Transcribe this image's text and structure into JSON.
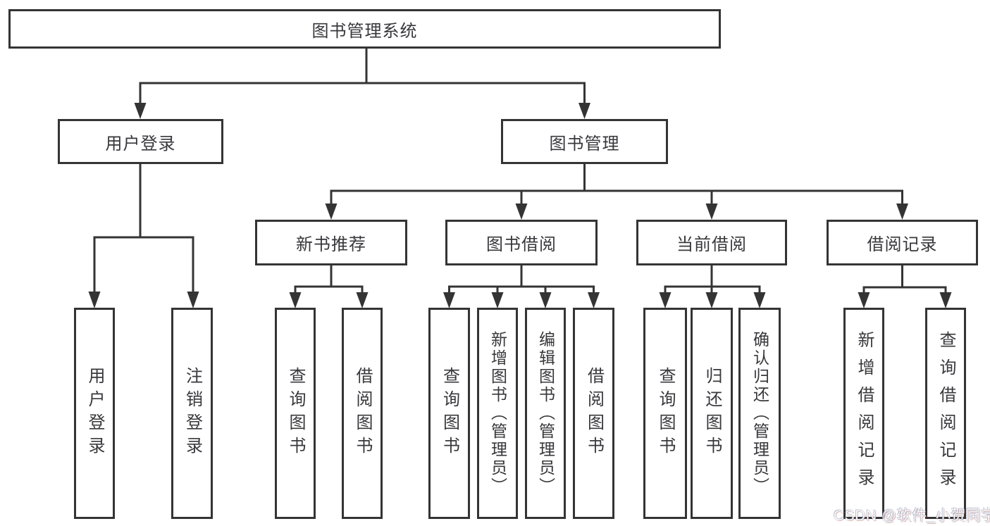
{
  "nodes": {
    "root": "图书管理系统",
    "level1": [
      "用户登录",
      "图书管理"
    ],
    "level2": [
      "新书推荐",
      "图书借阅",
      "当前借阅",
      "借阅记录"
    ],
    "leaves": {
      "user_login": [
        "用户登录",
        "注销登录"
      ],
      "new_book": [
        "查询图书",
        "借阅图书"
      ],
      "book_borrow": [
        "查询图书",
        "新增图书（管理员）",
        "编辑图书（管理员）",
        "借阅图书"
      ],
      "current_borrow": [
        "查询图书",
        "归还图书",
        "确认归还（管理员）"
      ],
      "borrow_records": [
        "新增借阅记录",
        "查询借阅记录"
      ]
    }
  },
  "watermark": {
    "text": "CSDN @软件_小贺同学"
  },
  "colors": {
    "line": "#343434",
    "text": "#38383c",
    "background": "#ffffff",
    "watermark": "#fdfdfd"
  }
}
